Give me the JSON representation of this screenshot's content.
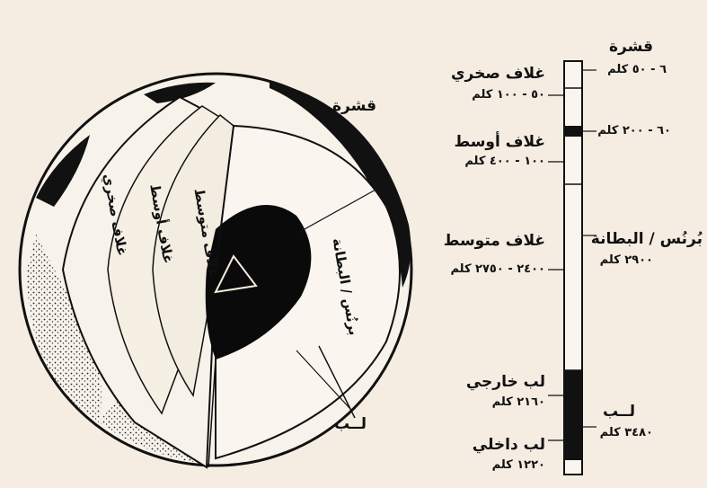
{
  "globe": {
    "crust": "قشرة",
    "core": "لــب",
    "layer_rocky": "غلاف صخري",
    "layer_upper": "غلاف أوسط",
    "layer_middle": "غلاف متوسط",
    "mantle": "برنُس / البطانة"
  },
  "column_left": {
    "rocky_label": "غلاف صخري",
    "rocky_range": "٥٠ - ١٠٠ كلم",
    "upper_label": "غلاف أوسط",
    "upper_range": "١٠٠ - ٤٠٠ كلم",
    "middle_label": "غلاف متوسط",
    "middle_range": "٢٤٠٠ - ٢٧٥٠ كلم",
    "outer_core_label": "لب خارجي",
    "outer_core_value": "٢١٦٠ كلم",
    "inner_core_label": "لب داخلي",
    "inner_core_value": "١٢٢٠ كلم"
  },
  "column_right": {
    "crust_label": "قشرة",
    "crust_range": "٦ - ٥٠ كلم",
    "second_range": "٦٠ - ٢٠٠ كلم",
    "mantle_label": "بُرنُس / البطانة",
    "mantle_value": "٢٩٠٠ كلم",
    "core_label": "لــب",
    "core_value": "٣٤٨٠ كلم"
  }
}
